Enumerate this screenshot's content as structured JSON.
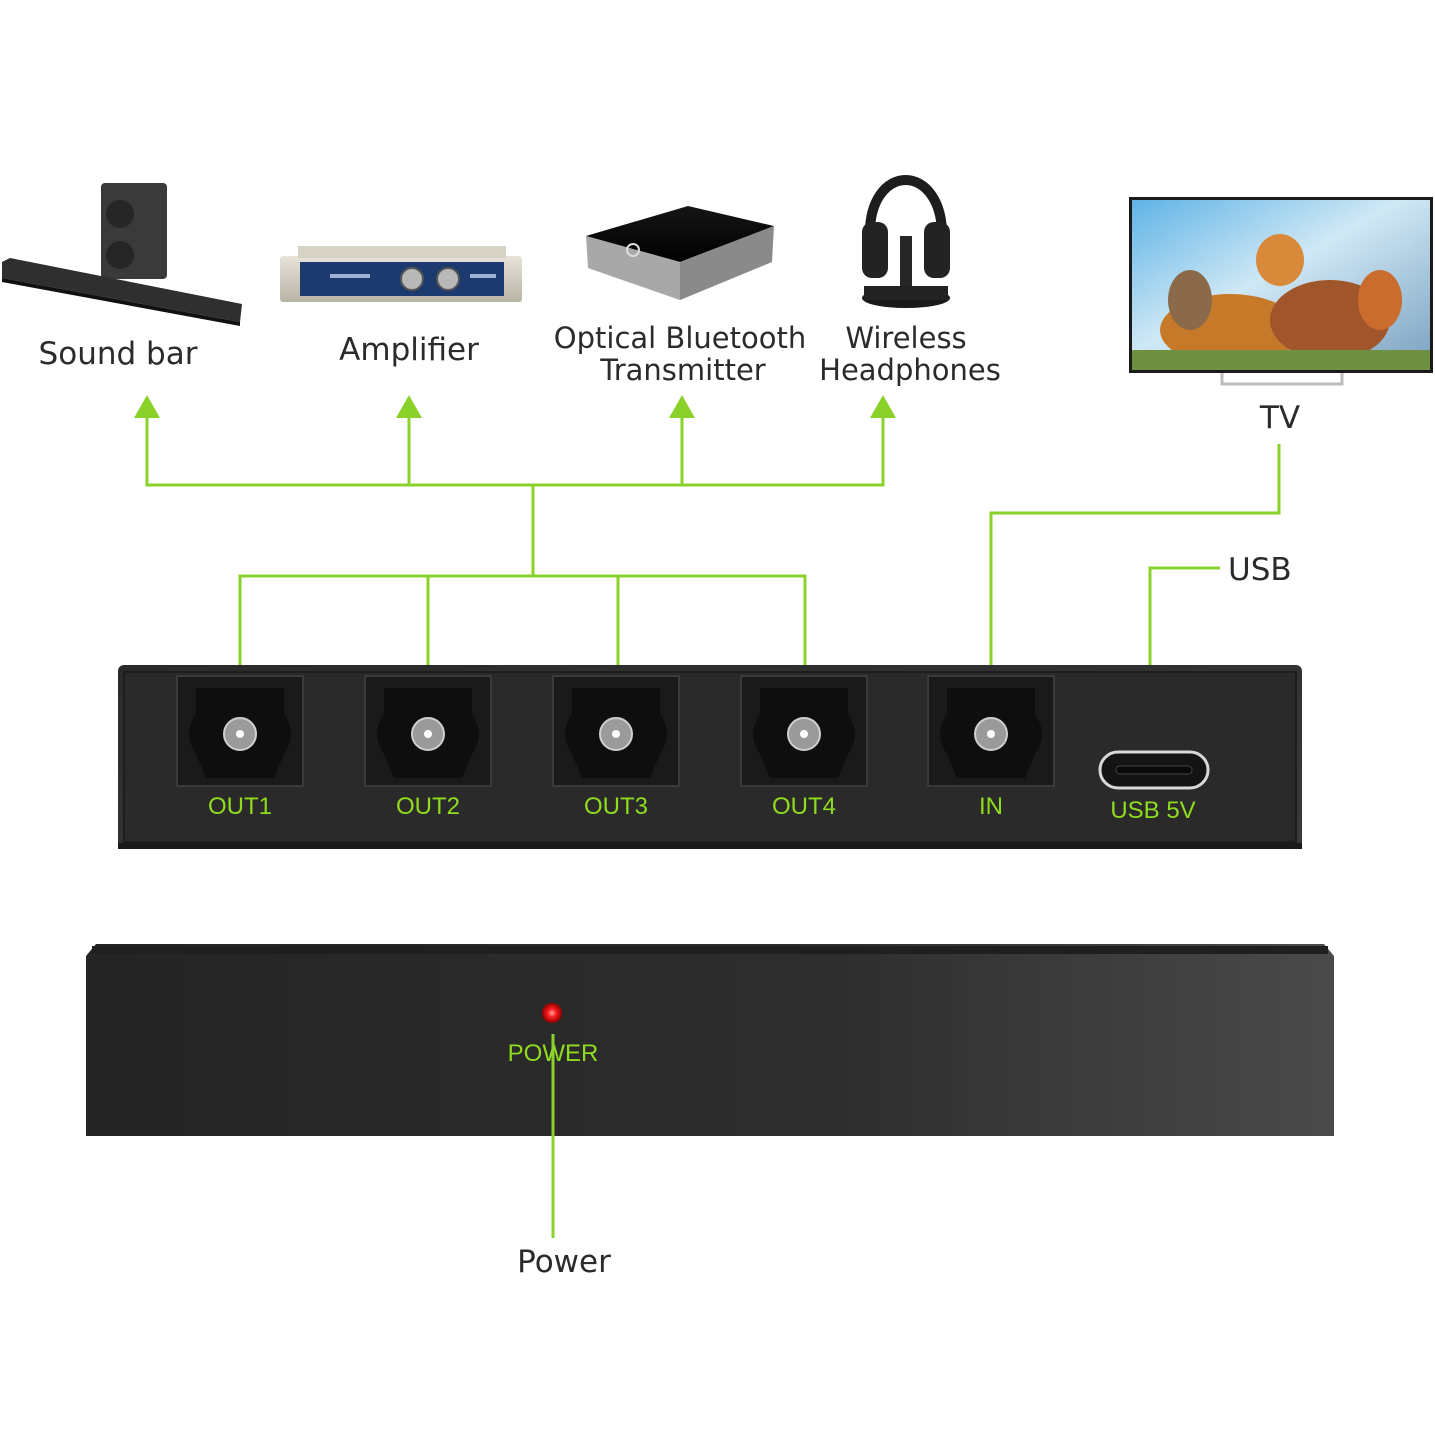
{
  "devices": {
    "soundbar": "Sound bar",
    "amplifier": "Amplifier",
    "bt_line1": "Optical Bluetooth",
    "bt_line2": "Transmitter",
    "hp_line1": "Wireless",
    "hp_line2": "Headphones",
    "tv": "TV"
  },
  "callouts": {
    "usb": "USB",
    "power": "Power"
  },
  "ports": [
    "OUT1",
    "OUT2",
    "OUT3",
    "OUT4",
    "IN"
  ],
  "usb_port_label": "USB 5V",
  "power_led_label": "POWER",
  "colors": {
    "accent_green": "#8ad22a",
    "port_label_green": "#8fdc1e",
    "led_red": "#ff2020",
    "device_body": "#2c2c2c"
  },
  "icons": [
    "soundbar-icon",
    "amplifier-icon",
    "bluetooth-transmitter-icon",
    "headphones-icon",
    "tv-icon"
  ]
}
